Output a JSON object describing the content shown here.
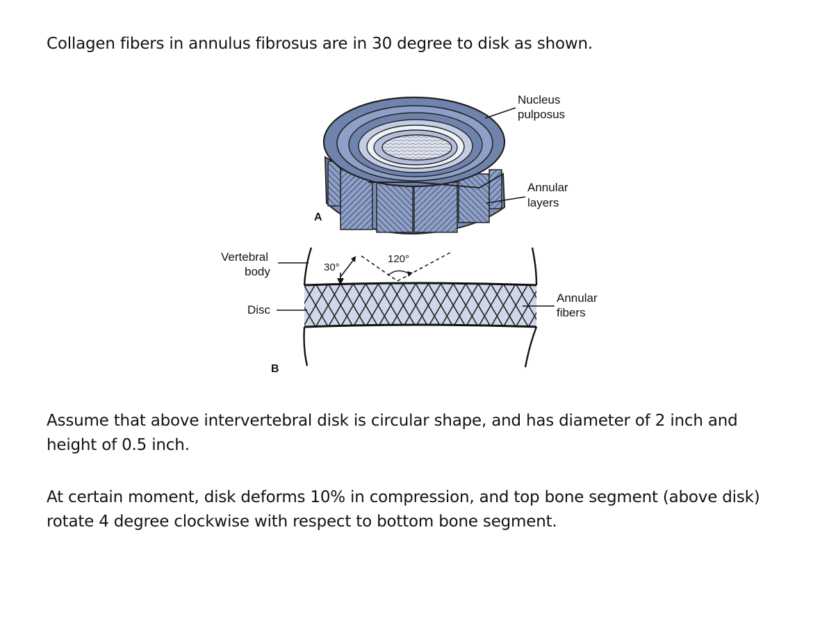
{
  "text": {
    "intro": "Collagen fibers in annulus fibrosus are in 30 degree to disk as shown.",
    "assumption": "Assume that above intervertebral disk is circular shape, and has diameter of 2 inch and height of 0.5 inch.",
    "loading": "At certain moment, disk deforms 10% in compression, and top bone segment (above disk) rotate 4 degree clockwise with respect to bottom bone segment."
  },
  "figure": {
    "panel_a": {
      "label": "A",
      "callouts": {
        "nucleus": [
          "Nucleus",
          "pulposus"
        ],
        "annular_layers": [
          "Annular",
          "layers"
        ]
      }
    },
    "panel_b": {
      "label": "B",
      "callouts": {
        "vertebral_body": [
          "Vertebral",
          "body"
        ],
        "disc": "Disc",
        "annular_fibers": [
          "Annular",
          "fibers"
        ]
      },
      "angles": {
        "fiber_angle": "30°",
        "crossing_angle": "120°"
      }
    },
    "colors": {
      "ring_dark": "#6f83ad",
      "ring_mid": "#8ea0c8",
      "ring_light": "#c3cde4",
      "nucleus": "#dfe3ee",
      "band": "#cfd7ea"
    }
  }
}
